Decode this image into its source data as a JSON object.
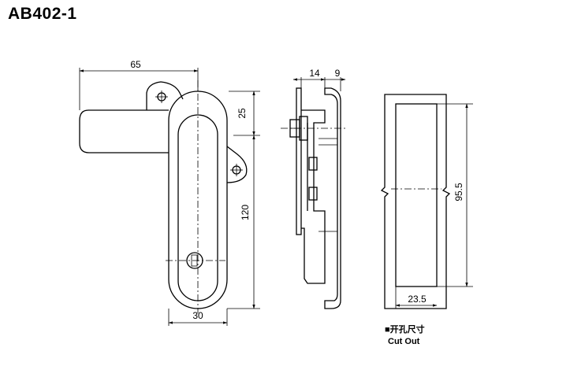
{
  "title": "AB402-1",
  "dimensions": {
    "handle_length": "65",
    "pivot_offset": "25",
    "height": "120",
    "width": "30",
    "depth_front": "14",
    "depth_back": "9",
    "cutout_height": "95.5",
    "cutout_width": "23.5"
  },
  "caption": {
    "chinese": "■开孔尺寸",
    "english": "Cut Out"
  }
}
